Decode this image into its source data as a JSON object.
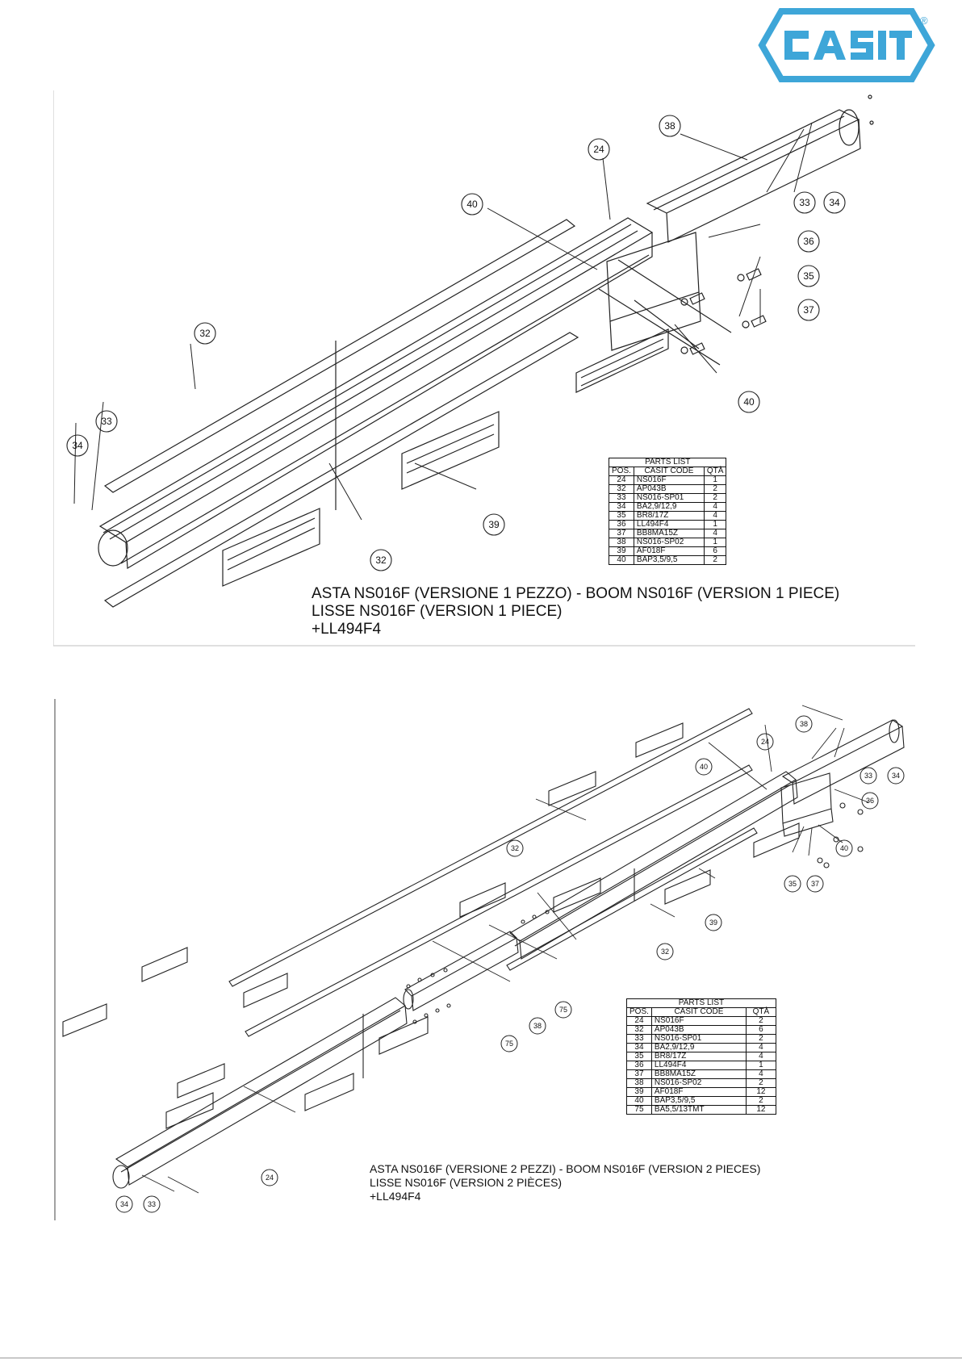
{
  "brand": {
    "name": "CASIT",
    "registered_mark": "®",
    "color": "#3ea6d8"
  },
  "figures": [
    {
      "parts_list": {
        "caption": "PARTS LIST",
        "headers": [
          "POS.",
          "CASIT CODE",
          "QTÀ"
        ],
        "rows": [
          [
            "24",
            "NS016F",
            "1"
          ],
          [
            "32",
            "AP043B",
            "2"
          ],
          [
            "33",
            "NS016-SP01",
            "2"
          ],
          [
            "34",
            "BA2,9/12,9",
            "4"
          ],
          [
            "35",
            "BR8/17Z",
            "4"
          ],
          [
            "36",
            "LL494F4",
            "1"
          ],
          [
            "37",
            "BB8MA15Z",
            "4"
          ],
          [
            "38",
            "NS016-SP02",
            "1"
          ],
          [
            "39",
            "AF018F",
            "6"
          ],
          [
            "40",
            "BAP3,5/9,5",
            "2"
          ]
        ]
      },
      "title_lines": [
        "ASTA NS016F (VERSIONE 1 PEZZO) - BOOM NS016F (VERSION 1 PIECE)",
        "LISSE NS016F (VERSION 1 PIECE)",
        "+LL494F4"
      ],
      "callouts": [
        "38",
        "24",
        "33",
        "34",
        "40",
        "36",
        "35",
        "37",
        "32",
        "40",
        "33",
        "34",
        "39",
        "32"
      ]
    },
    {
      "parts_list": {
        "caption": "PARTS LIST",
        "headers": [
          "POS.",
          "CASIT CODE",
          "QTÀ"
        ],
        "rows": [
          [
            "24",
            "NS016F",
            "2"
          ],
          [
            "32",
            "AP043B",
            "6"
          ],
          [
            "33",
            "NS016-SP01",
            "2"
          ],
          [
            "34",
            "BA2,9/12,9",
            "4"
          ],
          [
            "35",
            "BR8/17Z",
            "4"
          ],
          [
            "36",
            "LL494F4",
            "1"
          ],
          [
            "37",
            "BB8MA15Z",
            "4"
          ],
          [
            "38",
            "NS016-SP02",
            "2"
          ],
          [
            "39",
            "AF018F",
            "12"
          ],
          [
            "40",
            "BAP3,5/9,5",
            "2"
          ],
          [
            "75",
            "BA5,5/13TMT",
            "12"
          ]
        ]
      },
      "title_lines": [
        "ASTA NS016F (VERSIONE 2 PEZZI) - BOOM NS016F (VERSION 2 PIECES)",
        "LISSE NS016F (VERSION 2 PIÈCES)",
        "+LL494F4"
      ],
      "callouts": [
        "38",
        "24",
        "40",
        "33",
        "34",
        "36",
        "32",
        "40",
        "35",
        "37",
        "39",
        "32",
        "75",
        "38",
        "75",
        "24",
        "34",
        "33"
      ]
    }
  ]
}
